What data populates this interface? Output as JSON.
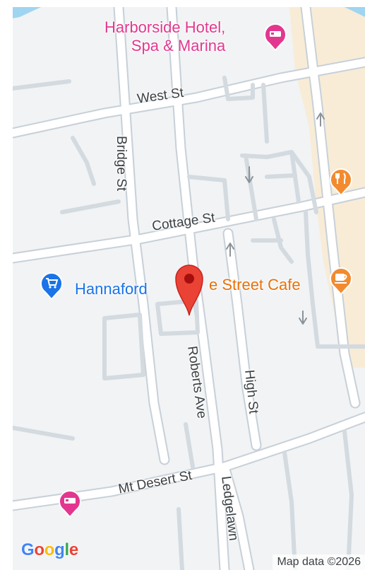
{
  "map": {
    "streets": {
      "west_st": "West St",
      "bridge_st": "Bridge St",
      "cottage_st": "Cottage St",
      "roberts_ave": "Roberts Ave",
      "high_st": "High St",
      "mt_desert_st": "Mt Desert St",
      "ledgelawn": "Ledgelawn"
    },
    "pois": {
      "hotel_line1": "Harborside Hotel,",
      "hotel_line2": "Spa & Marina",
      "hannaford": "Hannaford",
      "cafe": "e Street Cafe"
    },
    "colors": {
      "hotel": "#e3378f",
      "shopping": "#1a73e8",
      "food": "#f28b30",
      "marker": "#ea4335",
      "commercial_area": "#f8ecd7",
      "road": "#ffffff",
      "road_casing": "#c7d0d8",
      "water": "#9fd5f0"
    },
    "icons": {
      "hotel": "bed-icon",
      "shopping": "shopping-cart-icon",
      "restaurant": "fork-knife-icon",
      "cafe": "coffee-cup-icon",
      "marker": "location-marker-icon"
    }
  },
  "footer": {
    "logo_letters": [
      "G",
      "o",
      "o",
      "g",
      "l",
      "e"
    ],
    "attribution": "Map data ©2026"
  }
}
